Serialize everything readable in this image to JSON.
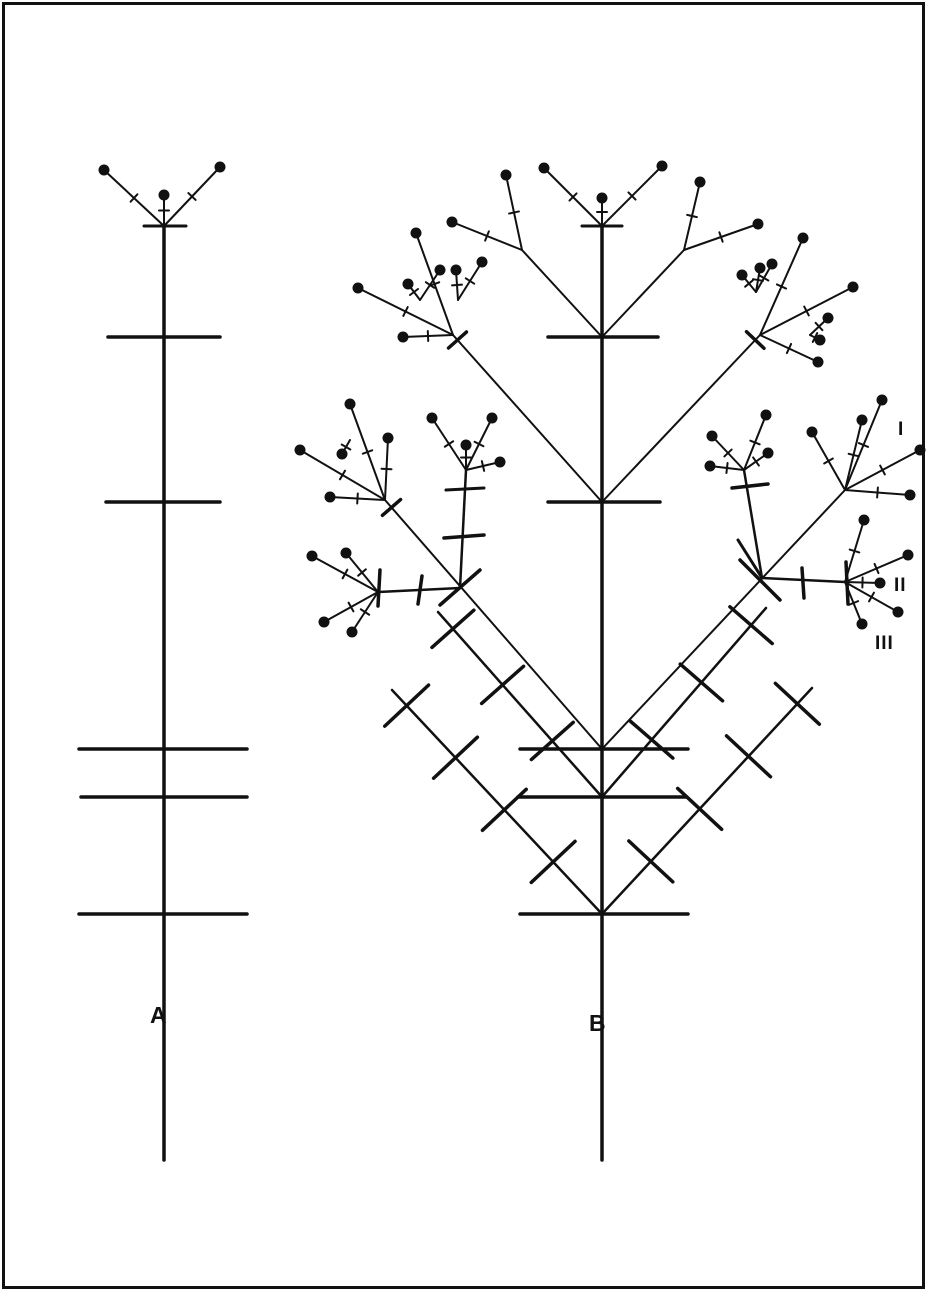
{
  "panels": {
    "a": {
      "label": "A"
    },
    "b": {
      "label": "B"
    }
  },
  "annotations": {
    "order_1": "I",
    "order_2": "II",
    "order_3": "III"
  },
  "colors": {
    "ink": "#111111",
    "paper": "#ffffff"
  }
}
